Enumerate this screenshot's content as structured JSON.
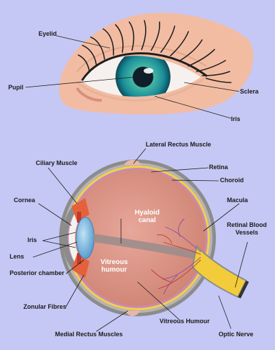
{
  "colors": {
    "background": "#c5c8f4",
    "skin": "#f2bca3",
    "iris": "#1b9aa0",
    "sclera_outer": "#8a8a8a",
    "choroid": "#f4d046",
    "eyeball": "#d98f7f",
    "optic_nerve": "#f3cc3c",
    "label_text": "#1a1a1a",
    "inner_label_text": "#ffffff"
  },
  "external_eye": {
    "labels": {
      "eyelid": "Eyelid",
      "pupil": "Pupil",
      "sclera": "Sclera",
      "iris": "Iris"
    }
  },
  "cross_section": {
    "labels": {
      "lateral_rectus": "Lateral Rectus Muscle",
      "ciliary_muscle": "Ciliary Muscle",
      "retina": "Retina",
      "choroid": "Choroid",
      "cornea": "Cornea",
      "macula": "Macula",
      "retinal_vessels_line1": "Retinal Blood",
      "retinal_vessels_line2": "Vessels",
      "iris": "Iris",
      "lens": "Lens",
      "posterior_chamber": "Posterior chamber",
      "zonular_fibres": "Zonular Fibres",
      "vitreous_humour": "Vitreous Humour",
      "optic_nerve": "Optic Nerve",
      "medial_rectus": "Medial Rectus Muscles"
    },
    "inner_labels": {
      "hyaloid_line1": "Hyaloid",
      "hyaloid_line2": "canal",
      "vitreous_line1": "Vitreous",
      "vitreous_line2": "humour"
    }
  }
}
